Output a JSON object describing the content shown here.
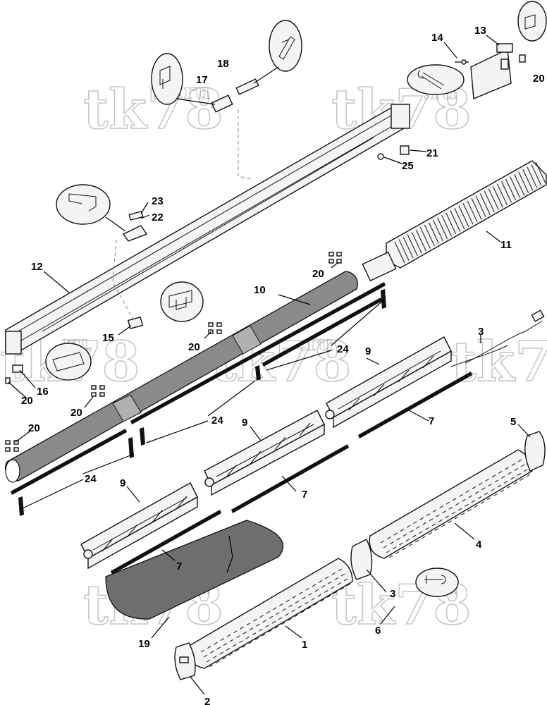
{
  "watermark": {
    "main": "tk78",
    "suffix": ".ru"
  },
  "callouts": {
    "c1": "1",
    "c2": "2",
    "c3a": "3",
    "c3b": "3",
    "c4": "4",
    "c5": "5",
    "c6": "6",
    "c7a": "7",
    "c7b": "7",
    "c7c": "7",
    "c9a": "9",
    "c9b": "9",
    "c9c": "9",
    "c10": "10",
    "c11": "11",
    "c12": "12",
    "c13": "13",
    "c14": "14",
    "c15": "15",
    "c16": "16",
    "c17": "17",
    "c18": "18",
    "c19": "19",
    "c20a": "20",
    "c20b": "20",
    "c20c": "20",
    "c20d": "20",
    "c20e": "20",
    "c20f": "20",
    "c21": "21",
    "c22": "22",
    "c23": "23",
    "c24a": "24",
    "c24b": "24",
    "c24c": "24",
    "c25": "25"
  },
  "colors": {
    "line": "#111111",
    "watermark": "#9a9a9a",
    "filter": "#666666",
    "background": "#ffffff"
  }
}
